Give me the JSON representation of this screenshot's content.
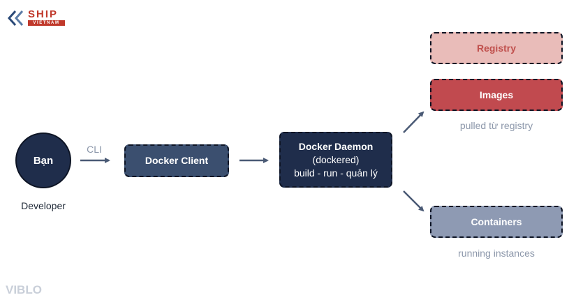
{
  "brand": {
    "logo_word": "SHIP",
    "logo_sub": "VIETNAM",
    "watermark": "VIBLO"
  },
  "nodes": {
    "developer": {
      "label": "Bạn",
      "caption": "Developer"
    },
    "cli_label": "CLI",
    "client": {
      "label": "Docker Client"
    },
    "daemon": {
      "title": "Docker Daemon",
      "line2": "(dockered)",
      "line3": "build - run - quản lý"
    },
    "registry": {
      "label": "Registry"
    },
    "images": {
      "label": "Images",
      "caption": "pulled từ registry"
    },
    "containers": {
      "label": "Containers",
      "caption": "running instances"
    }
  },
  "colors": {
    "dark_navy": "#1f2d4b",
    "slate": "#3b4f6f",
    "registry_fill": "#e9bcb9",
    "images_fill": "#c14a4f",
    "containers_fill": "#8e9ab3",
    "arrow": "#4a5a75",
    "muted_text": "#8c97aa"
  }
}
